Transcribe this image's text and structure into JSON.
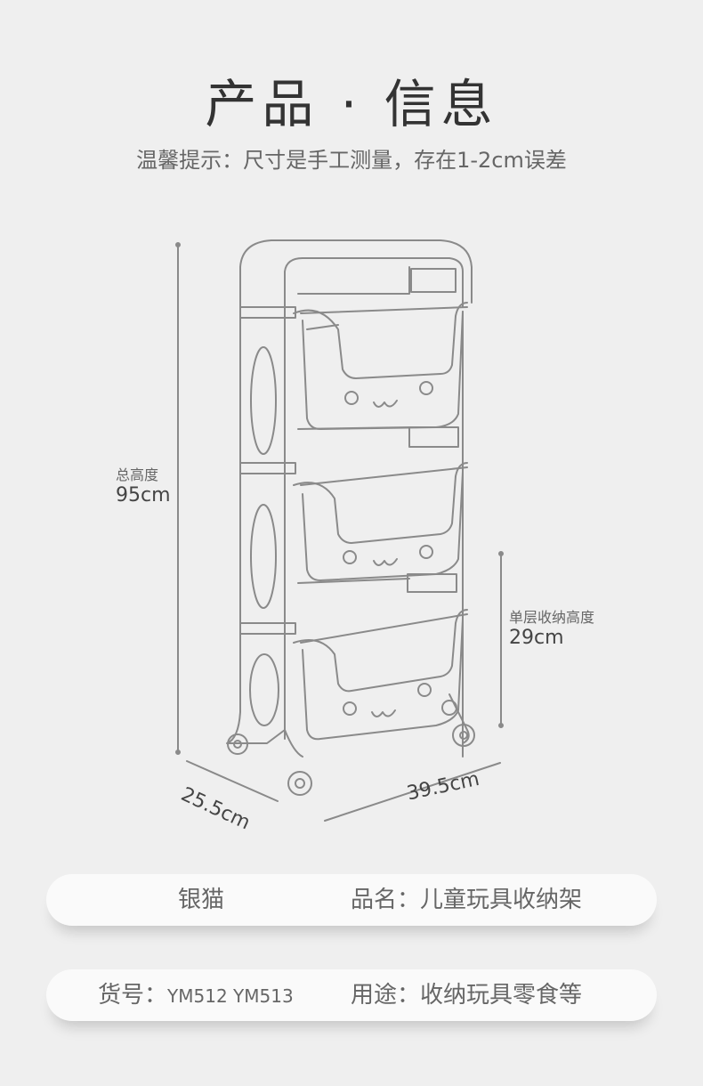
{
  "header": {
    "title": "产品 · 信息",
    "subtitle": "温馨提示：尺寸是手工测量，存在1-2cm误差"
  },
  "dimensions": {
    "total_height_label": "总高度",
    "total_height_value": "95cm",
    "single_layer_label": "单层收纳高度",
    "single_layer_value": "29cm",
    "depth_value": "25.5cm",
    "width_value": "39.5cm"
  },
  "info": {
    "brand": "银猫",
    "product_name": "品名：儿童玩具收纳架",
    "model_label": "货号：",
    "model_value": "YM512 YM513",
    "usage": "用途：收纳玩具零食等"
  },
  "colors": {
    "background": "#efefef",
    "line": "#8a8a8a",
    "card": "#fafafa"
  }
}
